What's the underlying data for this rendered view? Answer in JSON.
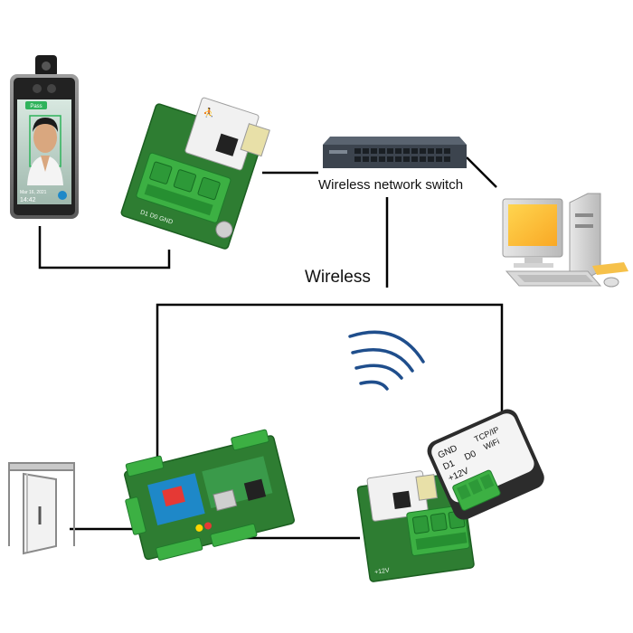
{
  "labels": {
    "switch": "Wireless network switch",
    "wireless": "Wireless"
  },
  "face_terminal": {
    "time": "14:42",
    "date": "Mar 16, 2021",
    "badge": "Pass"
  },
  "wifi_module": {
    "label_side": "D1 D0 GND",
    "label_top": "+12V"
  },
  "converter": {
    "text1": "GND",
    "text2": "D1",
    "text3": "D0",
    "text4": "+12V",
    "text5": "TCP/IP",
    "text6": "WiFi"
  },
  "colors": {
    "line": "#000000",
    "pcb_green": "#2e7d32",
    "terminal_green": "#3cb043",
    "wave_blue": "#1f4e8c",
    "board_blue": "#1e88c8"
  }
}
